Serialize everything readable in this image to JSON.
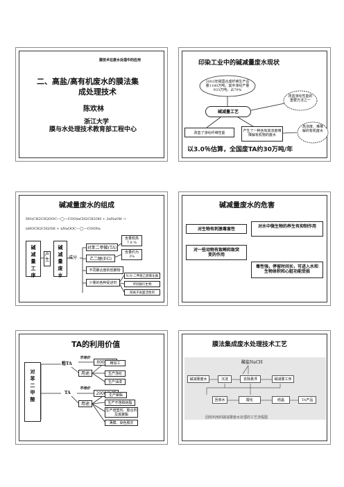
{
  "slide1": {
    "header": "膜技术在废水处理中的应用",
    "title_line1": "二、高盐/高有机废水的膜法集",
    "title_line2": "成处理技术",
    "author": "陈欢林",
    "org_line1": "浙江大学",
    "org_line2": "膜与水处理技术教育部工程中心"
  },
  "slide2": {
    "title": "印染工业中的碱减量废水现状",
    "ellipse_text": "2003年我国合成纤维生产总量1180万吨，其中涤纶产量933万吨，占79%",
    "process": "碱减量工艺",
    "cloud_top": "改善涤纶性能的重要方法之一",
    "left_box": "改善了涤纶纤维性能",
    "mid_box": "产生了一种含有高浓度难降解有机物的废水",
    "cloud_right": "高浓度、难降解的有机废水",
    "footer": "以3.0％估算，全国废TA约30万吨/年"
  },
  "slide3": {
    "title": "碱减量废水的组成",
    "eq1": "HO(CH2CH2OOC—◯—COO)nCH2CH2OH + 2nNaOH →",
    "eq2": "nHOCH2CH2OH + nNaOOC—◯—COONa",
    "vert1": "碱减量工序",
    "vert2": "产生",
    "vert3": "碱减量废水",
    "comp": "成分",
    "item1": "对苯二甲酸(TA)",
    "item2": "乙二醇(EG)",
    "item3": "不同聚合度的低聚物",
    "item4": "少量的各种促进剂",
    "high": "含量较高",
    "high_val": "7.8 %",
    "approx": "含量约为",
    "approx_val": "3%",
    "sub1": "N,N-二甲基乙醇氯化胺",
    "sub2": "环烷胺衍生物",
    "sub3": "阳离子表面活性剂"
  },
  "slide4": {
    "title": "碱减量废水的危害",
    "b1": "对生物有刺激毒害性",
    "b2": "对水中微生物的养生有抑制作用",
    "b3": "对一些动物有致畸和致突变的作用",
    "b4": "毒性强，停留时间长，可进入水和生物体积和心脏功能受损"
  },
  "slide5": {
    "title": "TA的利用价值",
    "vert": "对苯二甲酸",
    "crude": "粗TA",
    "crude_price_label": "市场价",
    "crude_price": "800元/吨",
    "use1": "用途",
    "u1a": "精加工",
    "u1b": "生产涤纶",
    "u1c": "生产油漆",
    "pure": "TA",
    "pure_price_label": "市场价",
    "pure_price": "2000元/吨",
    "use2": "用途",
    "u2a": "生产聚酯",
    "u2b": "生产不饱和树脂",
    "u2c": "生产增塑剂、胶合剂及其聚酯",
    "u2d": "薄膜、染色脱亦"
  },
  "slide6": {
    "title": "膜法集成废水处理技术工艺",
    "top_label": "酸盐NaCH",
    "n1": "碱减量废水",
    "n2": "沉淀",
    "n3": "去除悬浮",
    "n4": "碱减量工序",
    "n5": "回收水",
    "n6": "酸化",
    "n7": "结晶",
    "n8": "TA产品",
    "caption": "回收利用的碱减量废水处理的工艺流程图"
  }
}
